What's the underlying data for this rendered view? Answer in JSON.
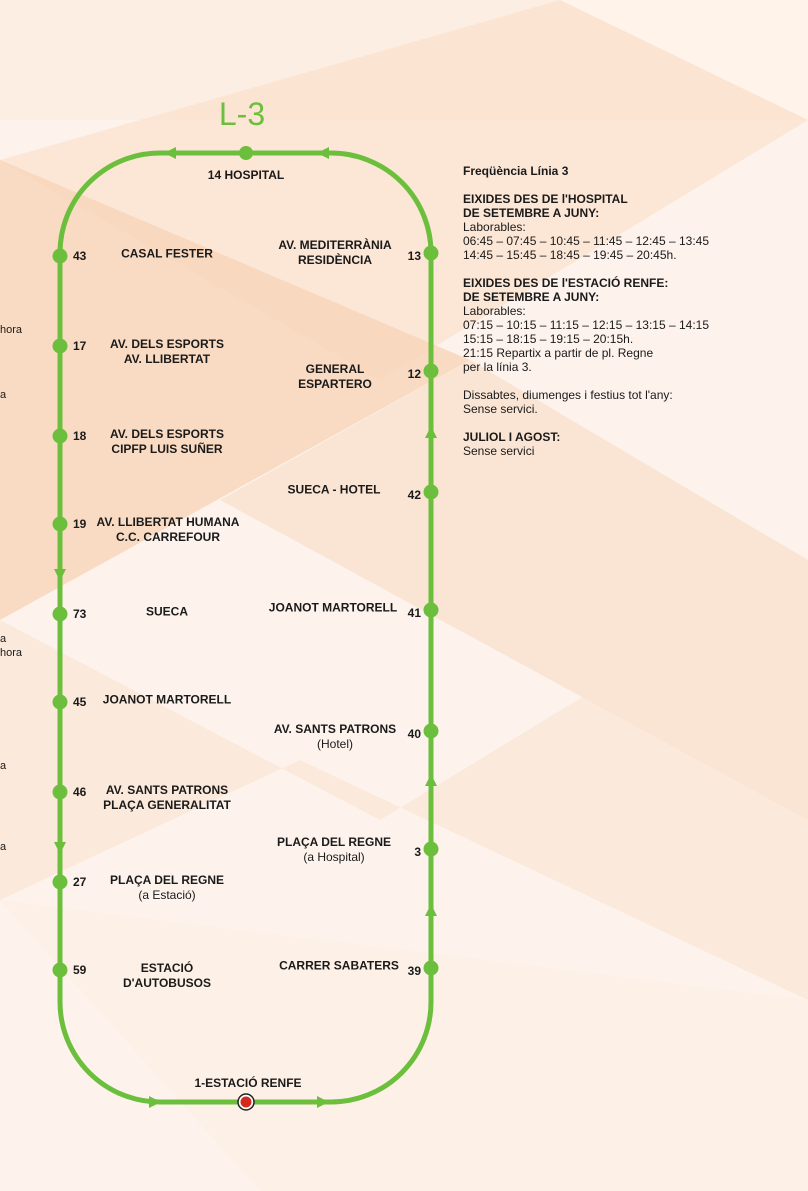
{
  "line": {
    "code": "L-3",
    "color": "#6cbf3d",
    "terminal_color": "#d42a1e"
  },
  "terminals": {
    "top": "14 HOSPITAL",
    "bottom": "1-ESTACIÓ RENFE"
  },
  "stops_left": [
    {
      "num": "43",
      "lines": [
        "CASAL FESTER"
      ]
    },
    {
      "num": "17",
      "lines": [
        "AV. DELS ESPORTS",
        "AV. LLIBERTAT"
      ]
    },
    {
      "num": "18",
      "lines": [
        "AV. DELS ESPORTS",
        "CIPFP LUIS SUÑER"
      ]
    },
    {
      "num": "19",
      "lines": [
        "AV. LLIBERTAT HUMANA",
        "C.C. CARREFOUR"
      ]
    },
    {
      "num": "73",
      "lines": [
        "SUECA"
      ]
    },
    {
      "num": "45",
      "lines": [
        "JOANOT MARTORELL"
      ]
    },
    {
      "num": "46",
      "lines": [
        "AV. SANTS PATRONS",
        "PLAÇA GENERALITAT"
      ]
    },
    {
      "num": "27",
      "lines": [
        "PLAÇA DEL REGNE",
        "(a Estació)"
      ]
    },
    {
      "num": "59",
      "lines": [
        "ESTACIÓ",
        "D'AUTOBUSOS"
      ]
    }
  ],
  "stops_right": [
    {
      "num": "13",
      "lines": [
        "AV. MEDITERRÀNIA",
        "RESIDÈNCIA"
      ]
    },
    {
      "num": "12",
      "lines": [
        "GENERAL",
        "ESPARTERO"
      ]
    },
    {
      "num": "42",
      "lines": [
        "SUECA - HOTEL"
      ]
    },
    {
      "num": "41",
      "lines": [
        "JOANOT MARTORELL"
      ]
    },
    {
      "num": "40",
      "lines": [
        "AV. SANTS PATRONS",
        "(Hotel)"
      ]
    },
    {
      "num": "3",
      "lines": [
        "PLAÇA DEL REGNE",
        "(a Hospital)"
      ]
    },
    {
      "num": "39",
      "lines": [
        "CARRER SABATERS"
      ]
    }
  ],
  "edge_fragments": [
    "hora",
    "a",
    "a",
    "hora",
    "a",
    "a"
  ],
  "frequency": {
    "title": "Freqüència Línia 3",
    "hospital_heading_1": "EIXIDES DES DE l'HOSPITAL",
    "hospital_heading_2": "DE SETEMBRE A JUNY:",
    "hospital_weekdays_label": "Laborables:",
    "hospital_times_1": "06:45 – 07:45 – 10:45 – 11:45 – 12:45 – 13:45",
    "hospital_times_2": "14:45 – 15:45 – 18:45 – 19:45 – 20:45h.",
    "renfe_heading_1": "EIXIDES DES DE l'ESTACIÓ RENFE:",
    "renfe_heading_2": "DE SETEMBRE A JUNY:",
    "renfe_weekdays_label": "Laborables:",
    "renfe_times_1": "07:15 – 10:15 – 11:15 – 12:15 – 13:15 – 14:15",
    "renfe_times_2": "15:15 – 18:15 – 19:15 – 20:15h.",
    "renfe_note_1": "21:15 Repartix a partir de pl. Regne",
    "renfe_note_2": "per la línia 3.",
    "weekend_1": "Dissabtes, diumenges i festius tot l'any:",
    "weekend_2": "Sense servici.",
    "summer_heading": "JULIOL I AGOST:",
    "summer_text": "Sense servici"
  }
}
